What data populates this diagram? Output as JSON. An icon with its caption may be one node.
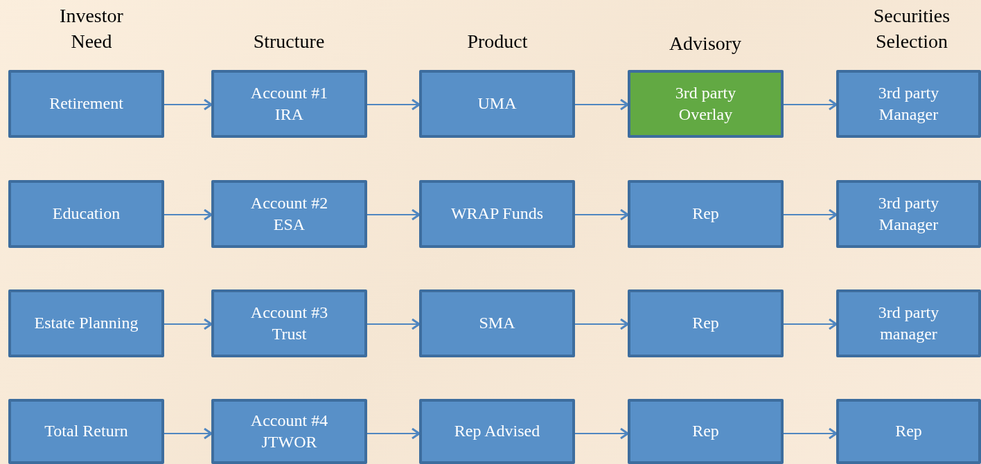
{
  "diagram": {
    "nodes": [
      {
        "text": [
          "Retirement"
        ]
      },
      {
        "text": [
          "Account #1 IRA"
        ]
      },
      {
        "text": [
          "UMA"
        ]
      },
      {
        "text": [
          "3rd party Overlay"
        ]
      },
      {
        "text": [
          "3rd party Manager"
        ]
      },
      {
        "text": [
          "Education"
        ]
      },
      {
        "text": [
          "Account #2 ESA"
        ]
      },
      {
        "text": [
          "WRAP Funds"
        ]
      },
      {
        "text": [
          "Rep"
        ]
      },
      {
        "text": [
          "3rd party Manager"
        ]
      },
      {
        "text": [
          "Estate Planning"
        ]
      },
      {
        "text": [
          "Account #3 Trust"
        ]
      },
      {
        "text": [
          "SMA"
        ]
      },
      {
        "text": [
          "Rep"
        ]
      },
      {
        "text": [
          "3rd party manager"
        ]
      },
      {
        "text": [
          "Total Return"
        ]
      },
      {
        "text": [
          "Account #4 JTWOR"
        ]
      },
      {
        "text": [
          "Rep Advised"
        ]
      },
      {
        "text": [
          "Rep"
        ]
      },
      {
        "text": [
          "Rep"
        ]
      }
    ],
    "edges": [
      {
        "from": 0,
        "to": 1,
        "arrow": "to"
      },
      {
        "from": 1,
        "to": 2,
        "arrow": "to"
      },
      {
        "from": 2,
        "to": 3,
        "arrow": "to"
      },
      {
        "from": 3,
        "to": 4,
        "arrow": "to"
      },
      {
        "from": 5,
        "to": 6,
        "arrow": "to"
      },
      {
        "from": 6,
        "to": 7,
        "arrow": "to"
      },
      {
        "from": 7,
        "to": 8,
        "arrow": "to"
      },
      {
        "from": 8,
        "to": 9,
        "arrow": "to"
      },
      {
        "from": 10,
        "to": 11,
        "arrow": "to"
      },
      {
        "from": 11,
        "to": 12,
        "arrow": "to"
      },
      {
        "from": 12,
        "to": 13,
        "arrow": "to"
      },
      {
        "from": 13,
        "to": 14,
        "arrow": "to"
      },
      {
        "from": 15,
        "to": 16,
        "arrow": "to"
      },
      {
        "from": 16,
        "to": 17,
        "arrow": "to"
      },
      {
        "from": 17,
        "to": 18,
        "arrow": "to"
      },
      {
        "from": 18,
        "to": 19,
        "arrow": "to"
      }
    ],
    "labels": [
      "Investor Need",
      "Structure",
      "Product",
      "Advisory",
      "Securities Selection"
    ]
  }
}
